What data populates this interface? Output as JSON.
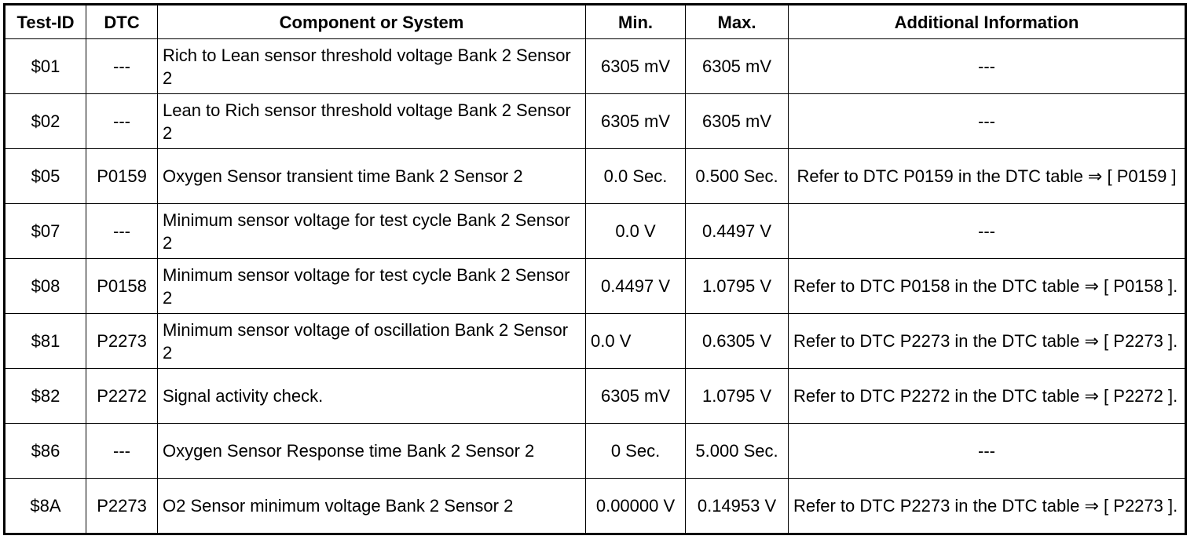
{
  "headers": {
    "test_id": "Test-ID",
    "dtc": "DTC",
    "component": "Component or System",
    "min": "Min.",
    "max": "Max.",
    "info": "Additional Information"
  },
  "rows": [
    {
      "test_id": "$01",
      "dtc": "---",
      "component": "Rich to Lean sensor threshold voltage Bank 2 Sensor 2",
      "min": "6305 mV",
      "max": "6305 mV",
      "info": "---"
    },
    {
      "test_id": "$02",
      "dtc": "---",
      "component": "Lean to Rich sensor threshold voltage Bank 2 Sensor 2",
      "min": "6305 mV",
      "max": "6305 mV",
      "info": "---"
    },
    {
      "test_id": "$05",
      "dtc": "P0159",
      "component": "Oxygen Sensor transient time Bank 2 Sensor 2",
      "min": "0.0 Sec.",
      "max": "0.500 Sec.",
      "info": "Refer to DTC P0159 in the DTC table ⇒ [ P0159 ]"
    },
    {
      "test_id": "$07",
      "dtc": "---",
      "component": "Minimum sensor voltage for test cycle Bank 2 Sensor 2",
      "min": "0.0 V",
      "max": "0.4497 V",
      "info": "---"
    },
    {
      "test_id": "$08",
      "dtc": "P0158",
      "component": "Minimum sensor voltage for test cycle Bank 2 Sensor 2",
      "min": "0.4497 V",
      "max": "1.0795 V",
      "info": "Refer to DTC P0158 in the DTC table ⇒ [ P0158 ]."
    },
    {
      "test_id": "$81",
      "dtc": "P2273",
      "component": "Minimum sensor voltage of oscillation Bank 2 Sensor 2",
      "min": "0.0 V",
      "max": "0.6305 V",
      "info": "Refer to DTC P2273 in the DTC table ⇒ [ P2273 ]."
    },
    {
      "test_id": "$82",
      "dtc": "P2272",
      "component": "Signal activity check.",
      "min": "6305 mV",
      "max": "1.0795 V",
      "info": "Refer to DTC P2272 in the DTC table ⇒ [ P2272 ]."
    },
    {
      "test_id": "$86",
      "dtc": "---",
      "component": "Oxygen Sensor Response time Bank 2 Sensor 2",
      "min": "0 Sec.",
      "max": "5.000 Sec.",
      "info": "---"
    },
    {
      "test_id": "$8A",
      "dtc": "P2273",
      "component": "O2 Sensor minimum voltage Bank 2 Sensor 2",
      "min": "0.00000 V",
      "max": "0.14953 V",
      "info": "Refer to DTC P2273 in the DTC table ⇒ [ P2273 ]."
    }
  ]
}
